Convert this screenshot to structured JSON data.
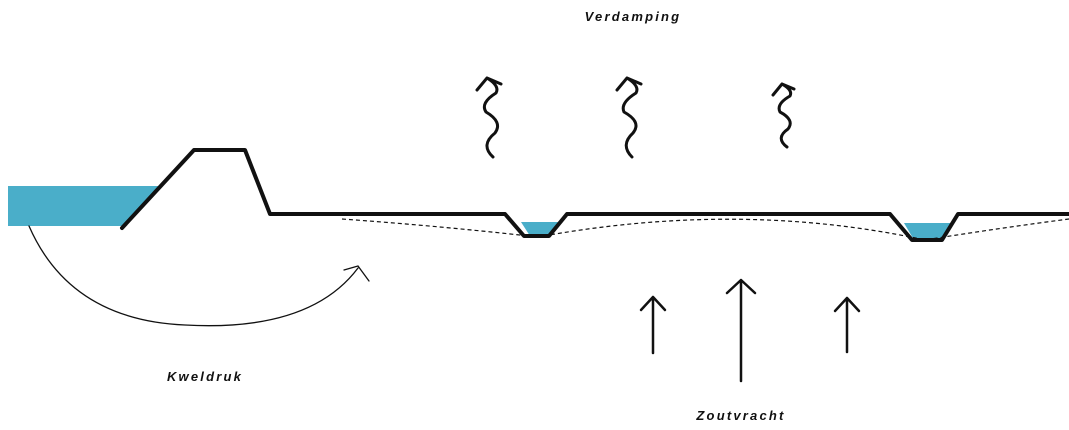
{
  "labels": {
    "evaporation": "Verdamping",
    "seepage_pressure": "Kweldruk",
    "salt_load": "Zoutvracht"
  },
  "colors": {
    "water": "#4aaec9",
    "line": "#111111",
    "background": "#ffffff"
  }
}
